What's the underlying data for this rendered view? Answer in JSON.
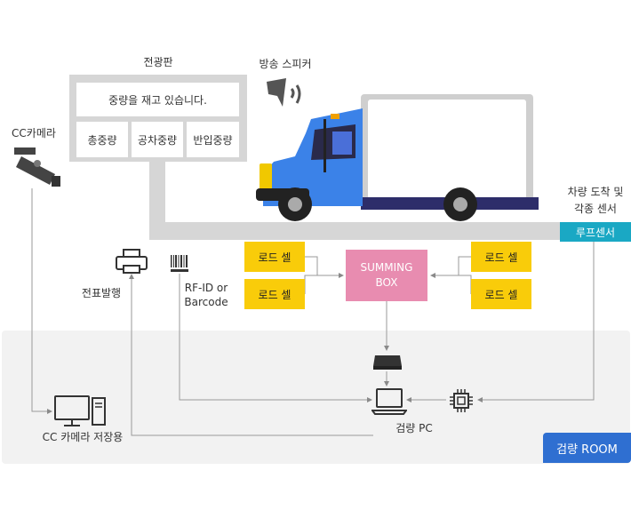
{
  "board": {
    "title": "전광판",
    "message": "중량을 재고 있습니다.",
    "cells": [
      "총중량",
      "공차중량",
      "반입중량"
    ]
  },
  "speaker_label": "방송 스피커",
  "cctv_label": "CC카메라",
  "sensor_label_line1": "차량 도착 및",
  "sensor_label_line2": "각종 센서",
  "loop_sensor": "루프센서",
  "printer_label": "전표발행",
  "rfid_label_line1": "RF-ID or",
  "rfid_label_line2": "Barcode",
  "load_cells": [
    "로드 셀",
    "로드 셀",
    "로드 셀",
    "로드 셀"
  ],
  "summing_line1": "SUMMING",
  "summing_line2": "BOX",
  "dvr_label": "CC 카메라 저장용",
  "pc_label": "검량 PC",
  "room_label": "검량 ROOM",
  "colors": {
    "truck_blue": "#3b82e8",
    "load_cell": "#f9cc0a",
    "summing_box": "#e88cb0",
    "loop_sensor": "#1aa8c4",
    "room_badge": "#2f6fd1"
  }
}
